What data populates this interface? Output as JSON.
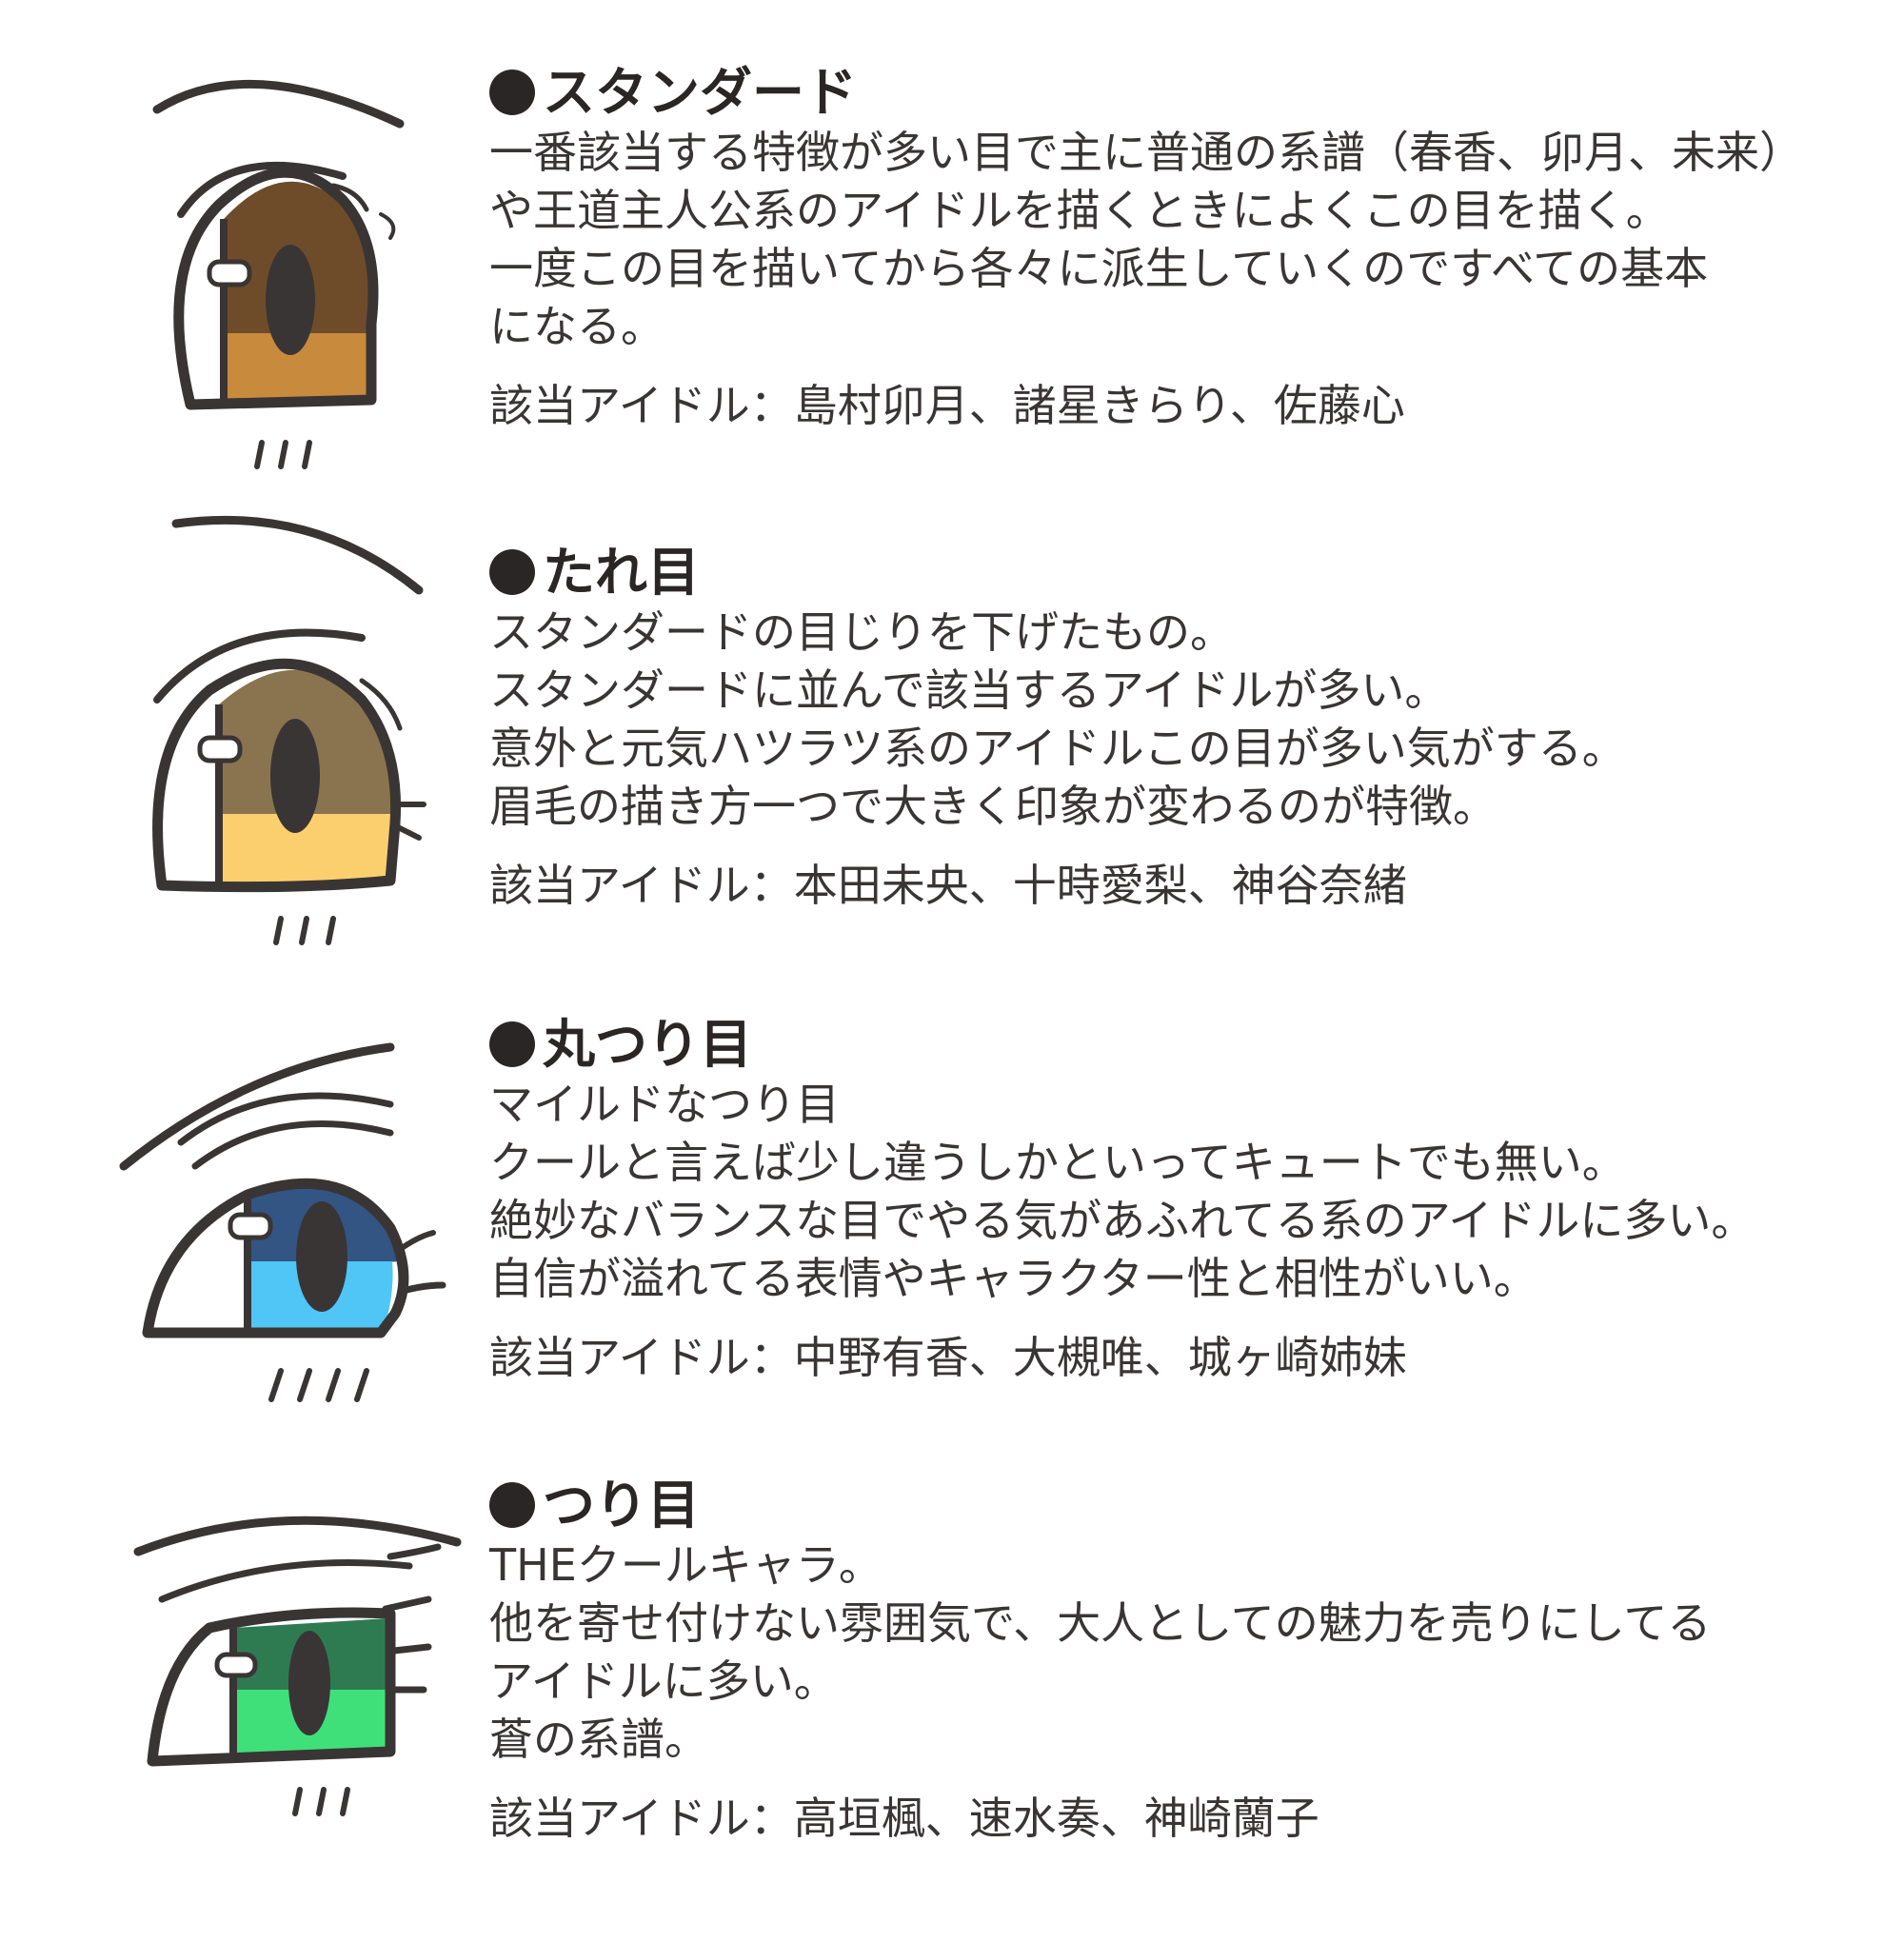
{
  "sections": [
    {
      "title": "スタンダード",
      "lines": [
        "一番該当する特徴が多い目で主に普通の系譜（春香、卯月、未来）",
        "や王道主人公系のアイドルを描くときによくこの目を描く。",
        "一度この目を描いてから各々に派生していくのですべての基本",
        "になる。"
      ],
      "idols": "該当アイドル：島村卯月、諸星きらり、佐藤心",
      "iris_top_color": "#6e4c2a",
      "iris_bottom_color": "#c88a3c"
    },
    {
      "title": "たれ目",
      "lines": [
        "スタンダードの目じりを下げたもの。",
        "スタンダードに並んで該当するアイドルが多い。",
        "意外と元気ハツラツ系のアイドルこの目が多い気がする。",
        "眉毛の描き方一つで大きく印象が変わるのが特徴。"
      ],
      "idols": "該当アイドル：本田未央、十時愛梨、神谷奈緒",
      "iris_top_color": "#8a7450",
      "iris_bottom_color": "#fccf6e"
    },
    {
      "title": "丸つり目",
      "lines": [
        "マイルドなつり目",
        "クールと言えば少し違うしかといってキュートでも無い。",
        "絶妙なバランスな目でやる気があふれてる系のアイドルに多い。",
        "自信が溢れてる表情やキャラクター性と相性がいい。"
      ],
      "idols": "該当アイドル：中野有香、大槻唯、城ヶ崎姉妹",
      "iris_top_color": "#325583",
      "iris_bottom_color": "#4fc6f6"
    },
    {
      "title": "つり目",
      "lines": [
        "THEクールキャラ。",
        "他を寄せ付けない雰囲気で、大人としての魅力を売りにしてる",
        "アイドルに多い。",
        "蒼の系譜。"
      ],
      "idols": "該当アイドル：高垣楓、速水奏、神崎蘭子",
      "iris_top_color": "#2e7b52",
      "iris_bottom_color": "#3fe07a"
    }
  ]
}
